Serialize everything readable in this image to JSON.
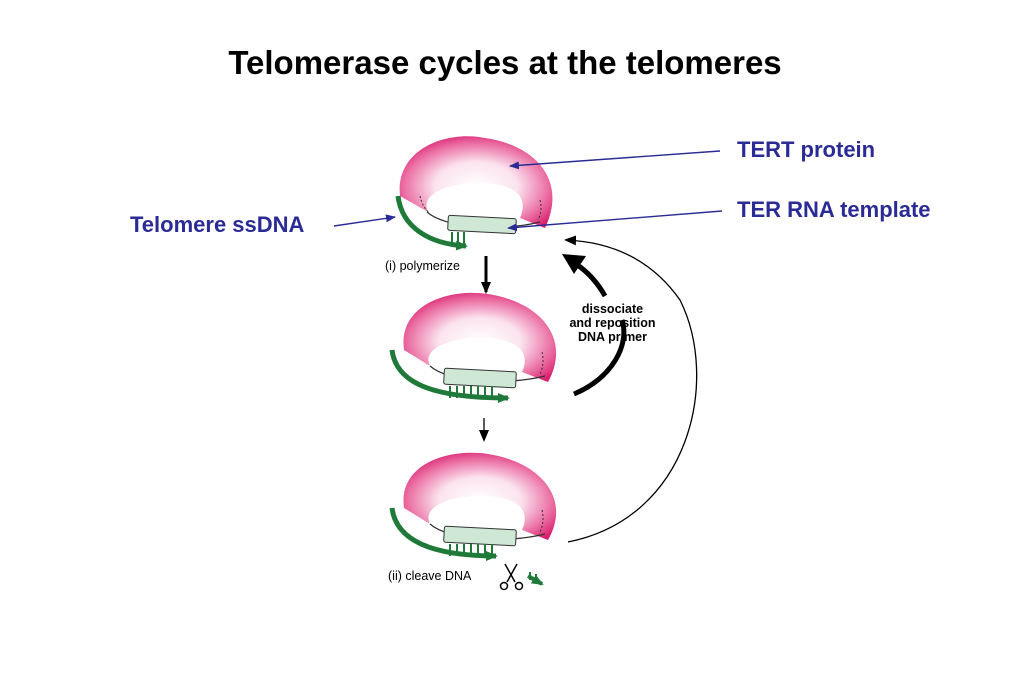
{
  "title": "Telomerase cycles at the telomeres",
  "labels": {
    "tert_protein": "TERT protein",
    "ter_rna_template": "TER RNA template",
    "telomere_ssdna": "Telomere ssDNA",
    "step_polymerize": "(i) polymerize",
    "step_cleave": "(ii) cleave DNA",
    "dissociate_line1": "dissociate",
    "dissociate_line2": "and reposition",
    "dissociate_line3": "DNA  primer"
  },
  "colors": {
    "title_text": "#000000",
    "label_blue": "#2b2b95",
    "protein_pink": "#e0307a",
    "protein_light": "#fbe3ee",
    "rna_template": "#cfe8d6",
    "dna_green": "#1f7a3a",
    "arrow_black": "#000000"
  },
  "icons": [
    "scissors-icon"
  ]
}
